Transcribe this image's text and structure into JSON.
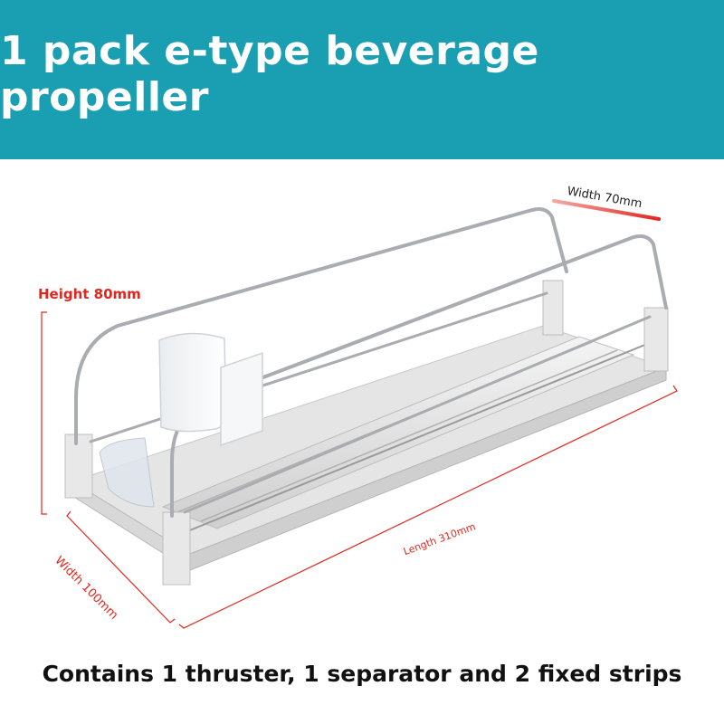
{
  "header": {
    "title": "1 pack e-type beverage propeller"
  },
  "dimensions": {
    "height_label": "Height 80mm",
    "width_top_label": "Width 70mm",
    "width_front_label": "Width 100mm",
    "length_label": "Length 310mm"
  },
  "caption": "Contains 1 thruster, 1 separator and 2 fixed strips",
  "colors": {
    "banner": "#1a9fb2",
    "dimension_lines": "#e3261d",
    "caption_text": "#111111"
  }
}
